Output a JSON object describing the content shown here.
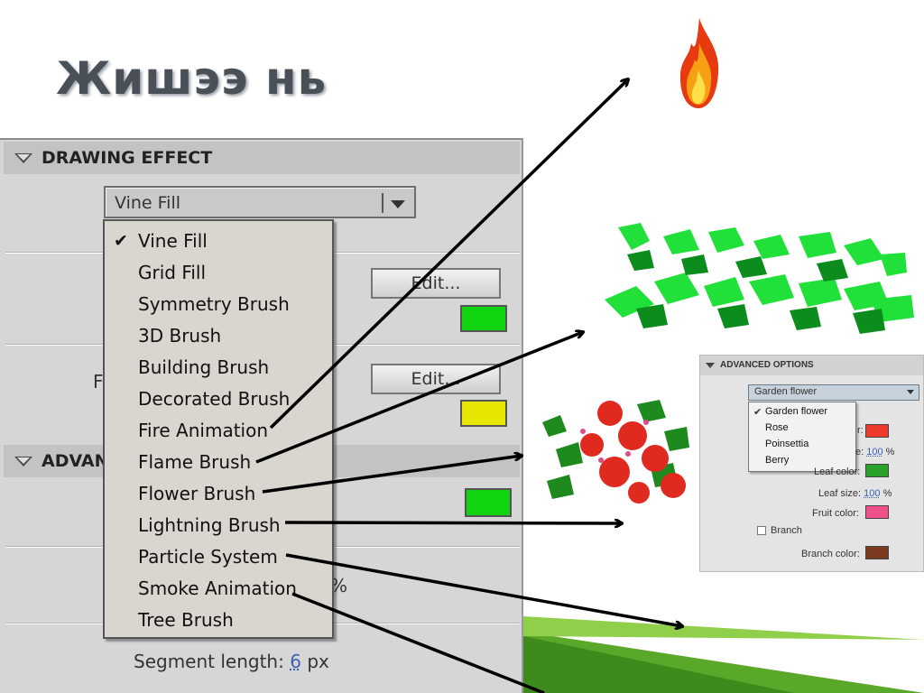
{
  "slide": {
    "title": "Жишээ нь"
  },
  "panel": {
    "drawing_effect_header": "DRAWING EFFECT",
    "advanced_header_partial": "ADVAN",
    "selected_effect": "Vine Fill",
    "edit_button_1": "Edit...",
    "edit_button_2": "Edit...",
    "partial_label_f": "F",
    "partial_percent": "%",
    "segment_length_label": "Segment length:",
    "segment_length_value": "6",
    "segment_length_unit": "px",
    "colors": {
      "swatch_1": "#11d411",
      "swatch_2": "#e6e600",
      "swatch_3": "#11d411"
    }
  },
  "dropdown": {
    "items": [
      {
        "label": "Vine Fill",
        "checked": "✔"
      },
      {
        "label": "Grid Fill"
      },
      {
        "label": "Symmetry Brush"
      },
      {
        "label": "3D Brush"
      },
      {
        "label": "Building Brush"
      },
      {
        "label": "Decorated Brush"
      },
      {
        "label": "Fire Animation"
      },
      {
        "label": "Flame Brush"
      },
      {
        "label": "Flower Brush"
      },
      {
        "label": "Lightning Brush"
      },
      {
        "label": "Particle System"
      },
      {
        "label": "Smoke Animation"
      },
      {
        "label": "Tree Brush"
      }
    ]
  },
  "advanced_options": {
    "header": "ADVANCED OPTIONS",
    "selected": "Garden flower",
    "menu": [
      {
        "label": "Garden flower",
        "checked": "✔"
      },
      {
        "label": "Rose"
      },
      {
        "label": "Poinsettia"
      },
      {
        "label": "Berry"
      }
    ],
    "flower_color_partial": "r:",
    "flower_size_partial": "e:",
    "flower_size_value": "100",
    "leaf_color_label": "Leaf color:",
    "leaf_size_label": "Leaf size:",
    "leaf_size_value": "100",
    "percent": "%",
    "fruit_color_label": "Fruit color:",
    "branch_label": "Branch",
    "branch_color_label": "Branch color:",
    "colors": {
      "flower": "#ee3a2a",
      "leaf": "#2aa22a",
      "fruit": "#f0508a",
      "branch": "#7a3a1e"
    }
  }
}
